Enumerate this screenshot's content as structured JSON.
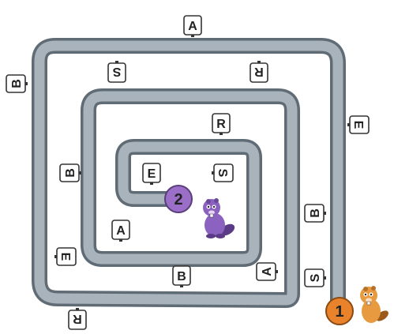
{
  "colors": {
    "track_outline": "#5f6b75",
    "track_fill": "#a9b3bc",
    "sign_border": "#333333",
    "sign_fill": "#ffffff",
    "start_badge": "#e8822b",
    "finish_badge": "#9b6ec8",
    "beaver_start": "#e79a3f",
    "beaver_finish": "#8b62c0"
  },
  "markers": {
    "start_number": "1",
    "finish_number": "2"
  },
  "signs": [
    {
      "letter": "A",
      "rotation": 0
    },
    {
      "letter": "B",
      "rotation": -90
    },
    {
      "letter": "S",
      "rotation": 180
    },
    {
      "letter": "R",
      "rotation": 180
    },
    {
      "letter": "E",
      "rotation": 90
    },
    {
      "letter": "R",
      "rotation": 0
    },
    {
      "letter": "B",
      "rotation": -90
    },
    {
      "letter": "E",
      "rotation": 0
    },
    {
      "letter": "S",
      "rotation": 90
    },
    {
      "letter": "B",
      "rotation": -90
    },
    {
      "letter": "A",
      "rotation": 0
    },
    {
      "letter": "E",
      "rotation": 90
    },
    {
      "letter": "B",
      "rotation": 0
    },
    {
      "letter": "A",
      "rotation": -90
    },
    {
      "letter": "S",
      "rotation": -90
    },
    {
      "letter": "R",
      "rotation": 180
    }
  ]
}
